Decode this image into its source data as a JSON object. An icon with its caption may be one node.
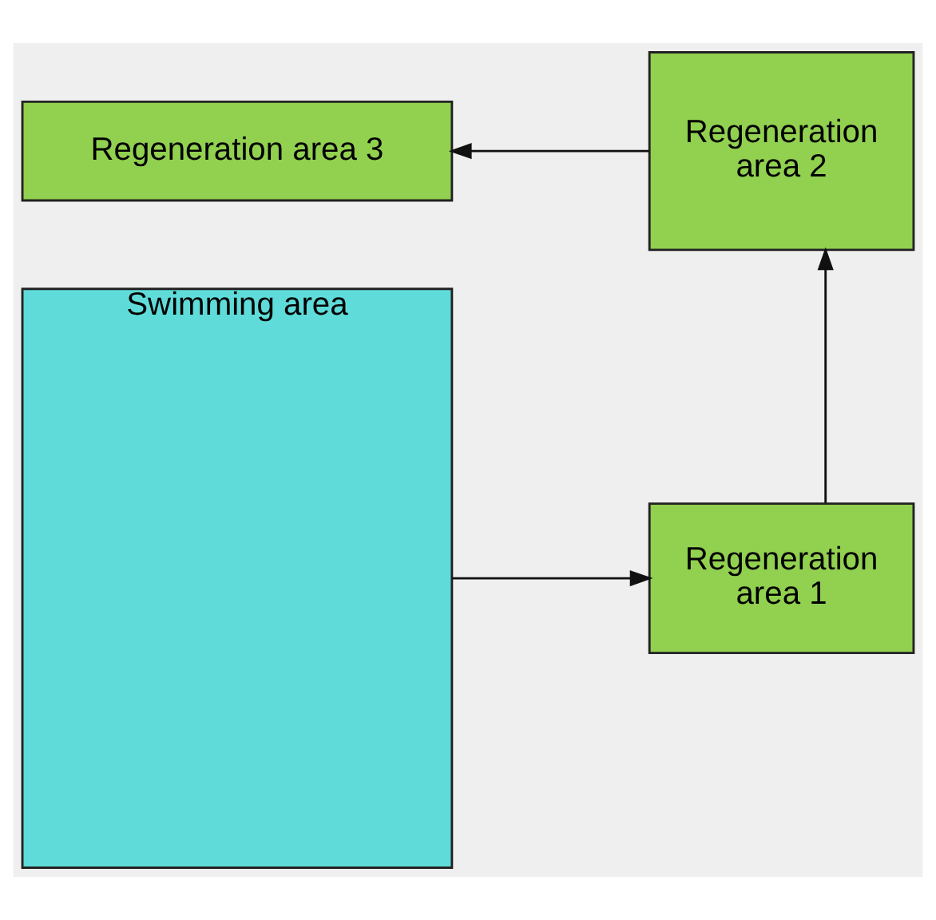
{
  "diagram": {
    "nodes": [
      {
        "text": [
          "Regeneration area 3"
        ]
      },
      {
        "text": [
          "Swimming area"
        ]
      },
      {
        "text": [
          "Regeneration area 2"
        ]
      },
      {
        "text": [
          "Regeneration area 1"
        ]
      }
    ],
    "edges": [
      {
        "from": 1,
        "to": 3,
        "arrow": "to"
      },
      {
        "from": 3,
        "to": 2,
        "arrow": "to"
      },
      {
        "from": 2,
        "to": 0,
        "arrow": "to"
      }
    ]
  }
}
